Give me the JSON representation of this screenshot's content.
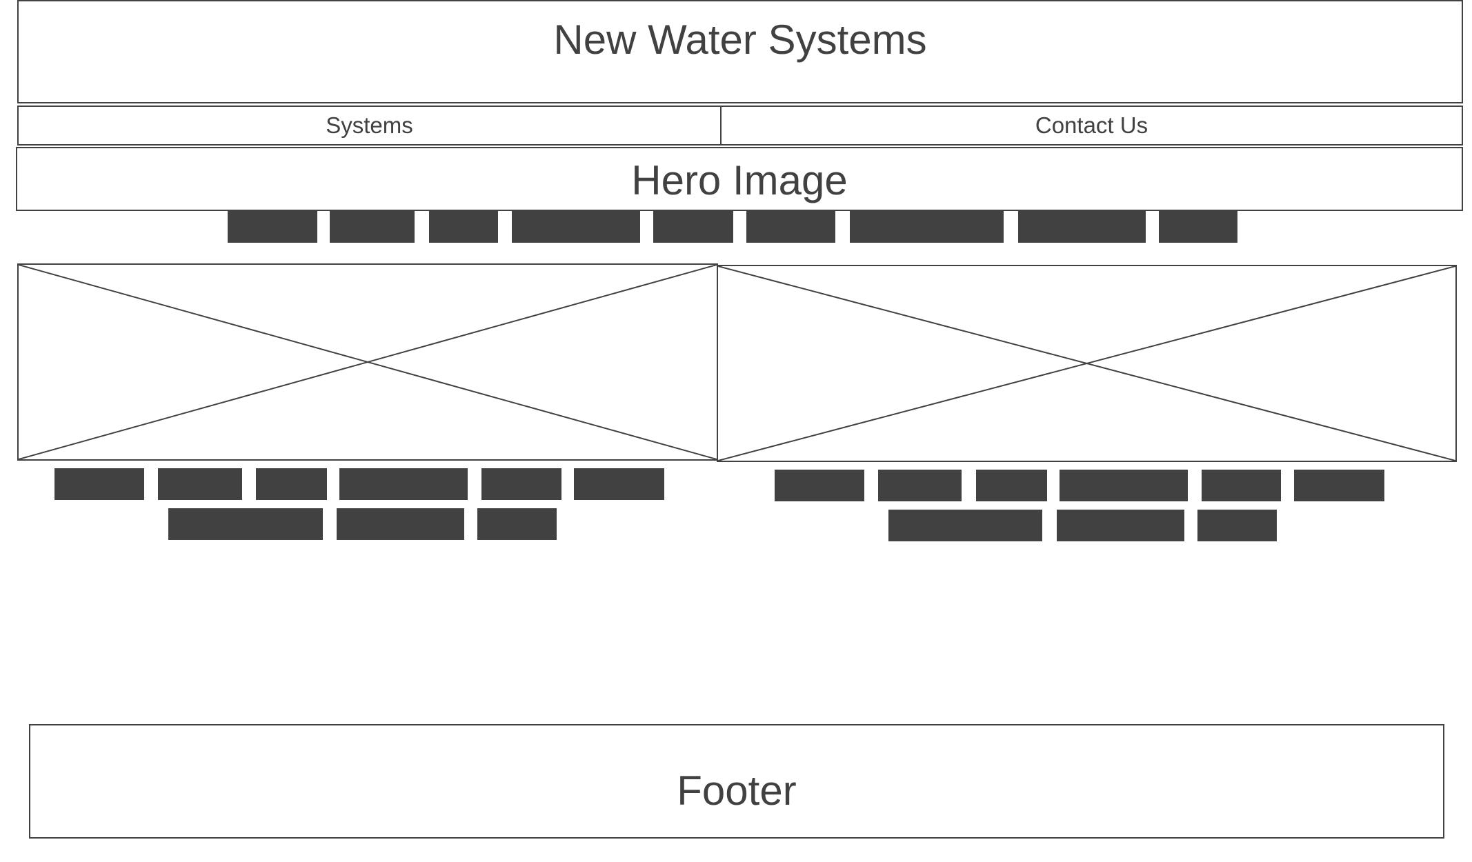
{
  "header": {
    "title": "New Water Systems"
  },
  "nav": {
    "items": [
      {
        "label": "Systems"
      },
      {
        "label": "Contact Us"
      }
    ]
  },
  "hero": {
    "label": "Hero Image"
  },
  "footer": {
    "label": "Footer"
  },
  "colors": {
    "ink": "#414141",
    "background": "#ffffff"
  }
}
